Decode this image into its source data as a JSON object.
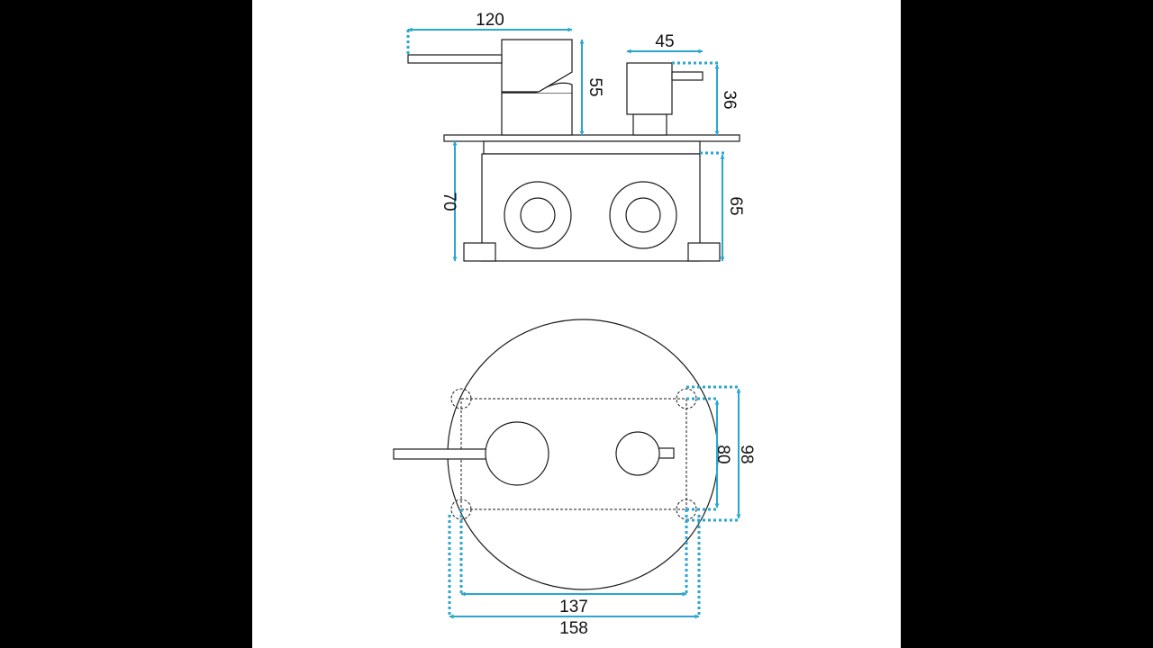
{
  "colors": {
    "background": "#000000",
    "sheet": "#ffffff",
    "outline": "#1a1a1a",
    "dimension": "#2aa6cf"
  },
  "dimensions": {
    "handle_length": "120",
    "knob_width": "45",
    "handle_height": "55",
    "knob_height": "36",
    "box_depth_total": "70",
    "box_depth": "65",
    "box_height_inner": "80",
    "box_height_outer": "98",
    "box_width_inner": "137",
    "plate_diameter": "158"
  }
}
